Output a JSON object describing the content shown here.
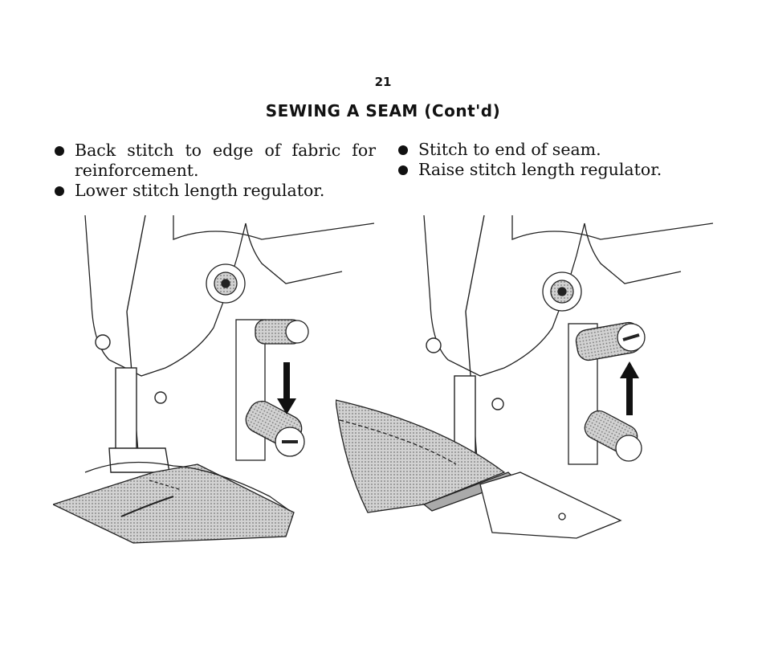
{
  "page": {
    "number": "21",
    "title": "SEWING A SEAM (Cont'd)"
  },
  "left_column": {
    "bullets": [
      "Back stitch to edge of fabric for reinforcement.",
      "Lower stitch length regulator."
    ]
  },
  "right_column": {
    "bullets": [
      "Stitch to end of seam.",
      "Raise stitch length regulator."
    ]
  },
  "colors": {
    "ink": "#111111",
    "fabric_shade": "#bdbdbd",
    "paper": "#ffffff"
  },
  "illustrations": {
    "left": {
      "arrow_direction": "down"
    },
    "right": {
      "arrow_direction": "up"
    }
  }
}
